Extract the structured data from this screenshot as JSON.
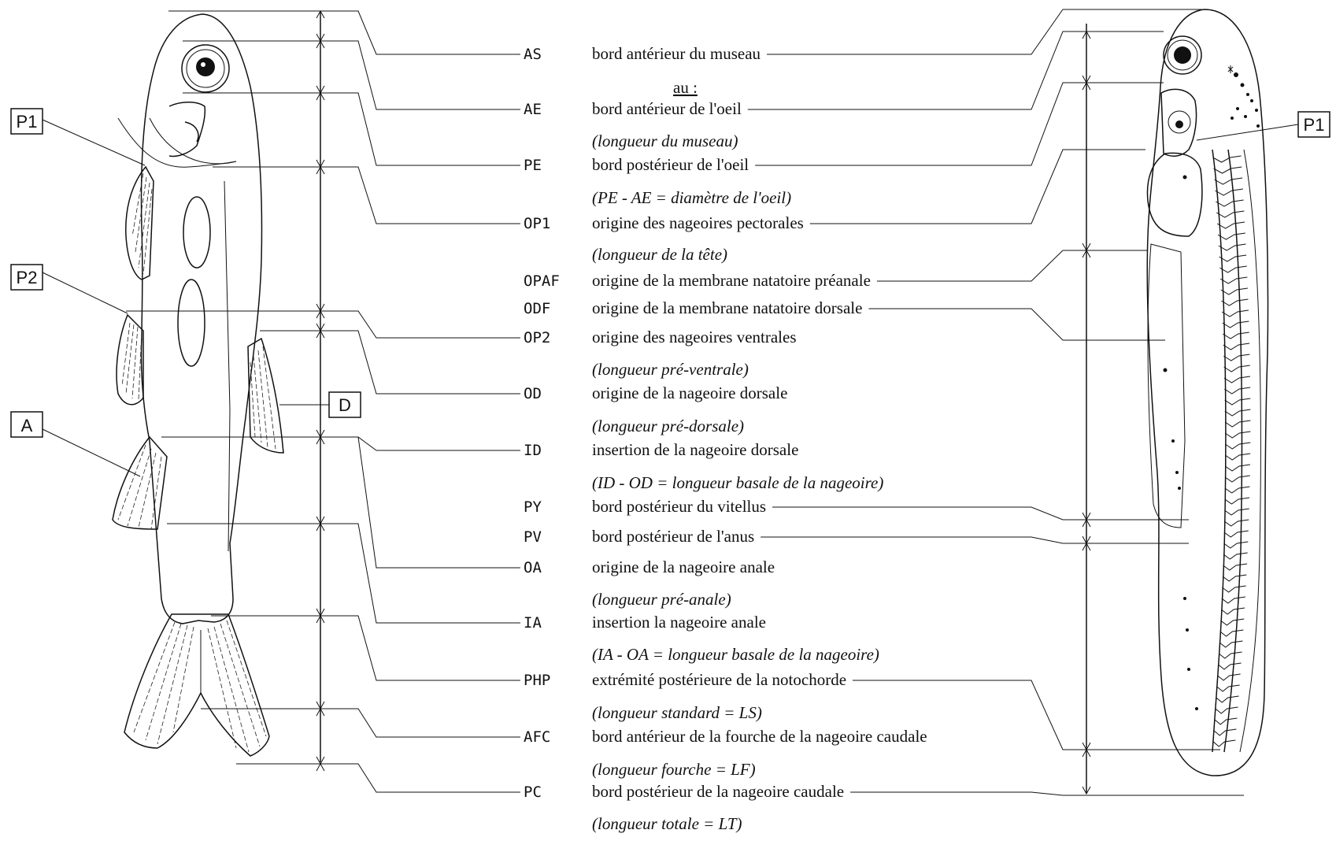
{
  "diagram": {
    "rows": [
      {
        "code": "AS",
        "desc": "bord antérieur du museau",
        "note": "au :"
      },
      {
        "code": "AE",
        "desc": "bord antérieur de l'oeil",
        "note": "(longueur du museau)"
      },
      {
        "code": "PE",
        "desc": "bord postérieur de l'oeil",
        "note": "(PE - AE = diamètre de l'oeil)"
      },
      {
        "code": "OP1",
        "desc": "origine des nageoires pectorales",
        "note": "(longueur de la tête)"
      },
      {
        "code": "OPAF",
        "desc": "origine de la membrane natatoire préanale",
        "note": ""
      },
      {
        "code": "ODF",
        "desc": "origine de la membrane natatoire dorsale",
        "note": ""
      },
      {
        "code": "OP2",
        "desc": "origine des nageoires ventrales",
        "note": "(longueur pré-ventrale)"
      },
      {
        "code": "OD",
        "desc": "origine de la nageoire dorsale",
        "note": "(longueur pré-dorsale)"
      },
      {
        "code": "ID",
        "desc": "insertion de la nageoire dorsale",
        "note": "(ID - OD = longueur basale de la nageoire)"
      },
      {
        "code": "PY",
        "desc": "bord postérieur du vitellus",
        "note": ""
      },
      {
        "code": "PV",
        "desc": "bord postérieur de l'anus",
        "note": ""
      },
      {
        "code": "OA",
        "desc": "origine de la nageoire anale",
        "note": "(longueur pré-anale)"
      },
      {
        "code": "IA",
        "desc": "insertion la nageoire anale",
        "note": "(IA - OA = longueur basale de la nageoire)"
      },
      {
        "code": "PHP",
        "desc": "extrémité postérieure de la notochorde",
        "note": "(longueur standard = LS)"
      },
      {
        "code": "AFC",
        "desc": "bord antérieur de la fourche de la nageoire caudale",
        "note": "(longueur fourche = LF)"
      },
      {
        "code": "PC",
        "desc": "bord postérieur de la nageoire caudale",
        "note": "(longueur totale = LT)"
      }
    ],
    "fin_labels": {
      "left_p1": "P1",
      "left_p2": "P2",
      "left_a": "A",
      "left_d": "D",
      "right_p1": "P1"
    }
  }
}
